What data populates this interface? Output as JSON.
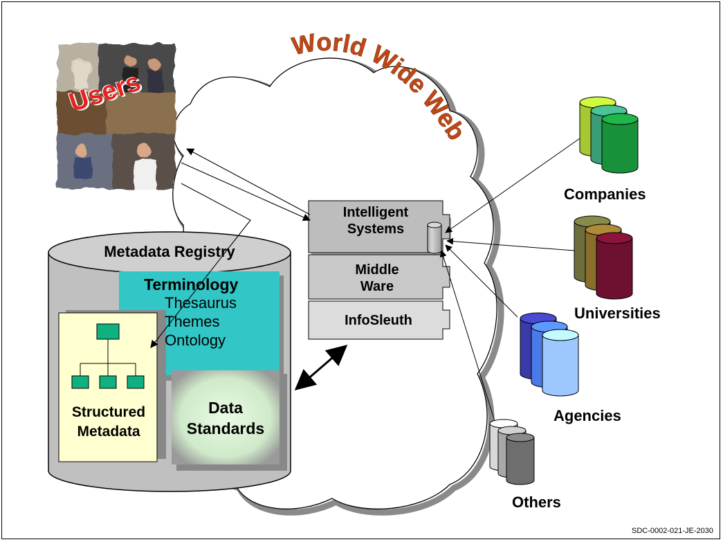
{
  "title": "World Wide Web",
  "users": {
    "label": "Users"
  },
  "middleware_stack": {
    "top": "Intelligent Systems",
    "top_line1": "Intelligent",
    "top_line2": "Systems",
    "mid_line1": "Middle",
    "mid_line2": "Ware",
    "bottom": "InfoSleuth"
  },
  "registry": {
    "title": "Metadata Registry",
    "terminology": {
      "heading": "Terminology",
      "items": [
        "Thesaurus",
        "Themes",
        "Ontology"
      ]
    },
    "structured": {
      "line1": "Structured",
      "line2": "Metadata"
    },
    "standards": {
      "line1": "Data",
      "line2": "Standards"
    }
  },
  "sources": [
    {
      "label": "Companies",
      "colors": [
        "#a6c832",
        "#3c9c78",
        "#18923a"
      ]
    },
    {
      "label": "Universities",
      "colors": [
        "#6e6e3c",
        "#8c6e2c",
        "#6e1030"
      ]
    },
    {
      "label": "Agencies",
      "colors": [
        "#3a3aa8",
        "#4a7ae8",
        "#9cc8ff"
      ]
    },
    {
      "label": "Others",
      "colors": [
        "#d8d8d8",
        "#a8a8a8",
        "#6e6e6e"
      ]
    }
  ],
  "doc_id": "SDC-0002-021-JE-2030"
}
